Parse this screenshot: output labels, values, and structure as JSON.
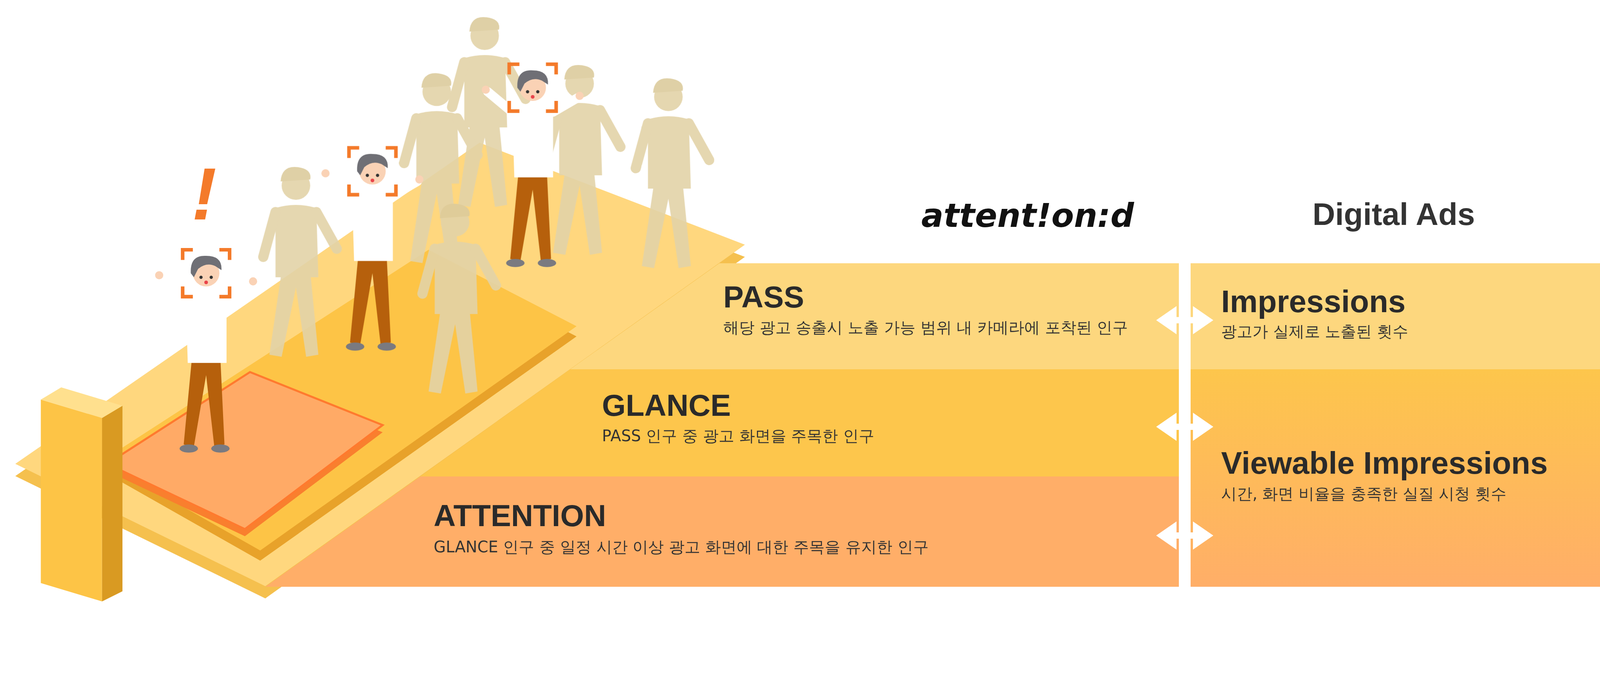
{
  "diagram": {
    "nodes": [
      {
        "text": [
          "PASS",
          "해당 광고 송출시 노출 가능 범위 내 카메라에 포착된 인구"
        ]
      },
      {
        "text": [
          "GLANCE",
          "PASS 인구 중 광고 화면을 주목한 인구"
        ]
      },
      {
        "text": [
          "ATTENTION",
          "GLANCE 인구 중 일정 시간 이상 광고 화면에 대한 주목을 유지한 인구"
        ]
      },
      {
        "text": [
          "Impressions",
          "광고가 실제로 노출된 횟수"
        ]
      },
      {
        "text": [
          "Viewable Impressions",
          "시간, 화면 비율을 충족한 실질 시청 횟수"
        ]
      }
    ],
    "edges": [
      {
        "from": 0,
        "to": 3,
        "arrow": "both"
      },
      {
        "from": 1,
        "to": 4,
        "arrow": "both"
      },
      {
        "from": 2,
        "to": 4,
        "arrow": "both"
      }
    ],
    "labels": [
      "attent!on:d",
      "Digital Ads",
      "!"
    ]
  }
}
